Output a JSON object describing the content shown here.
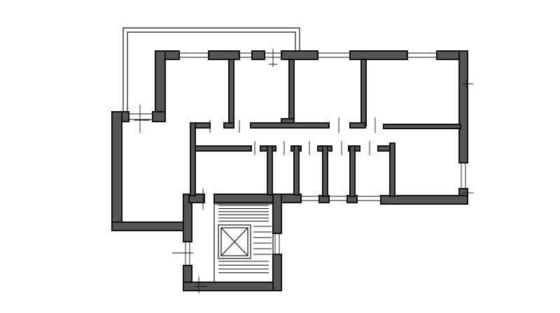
{
  "drawing": {
    "type": "architectural floor plan",
    "colors": {
      "background": "#ffffff",
      "wall_fill": "#555555",
      "line": "#111111"
    },
    "elements": [
      "balcony-outline",
      "exterior-walls",
      "interior-partitions",
      "window-openings",
      "door-openings",
      "stairwell",
      "elevator-shaft"
    ],
    "stair_tread_count": 16
  }
}
